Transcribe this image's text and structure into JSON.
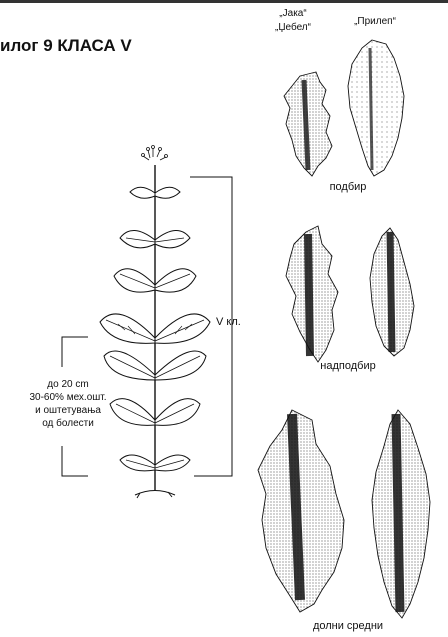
{
  "header": {
    "title": "илог 9 КЛАСА V"
  },
  "variety_labels": {
    "left_line1": "„Јака“",
    "left_line2": "„Џебел“",
    "right": "„Прилеп“"
  },
  "plant": {
    "class_label": "V кл.",
    "bottom_note": {
      "line1": "до 20 cm",
      "line2": "30-60% мех.ошт.",
      "line3": "и оштетувања",
      "line4": "од болести"
    }
  },
  "positions": {
    "top": "подбир",
    "middle": "надподбир",
    "bottom": "долни средни"
  }
}
